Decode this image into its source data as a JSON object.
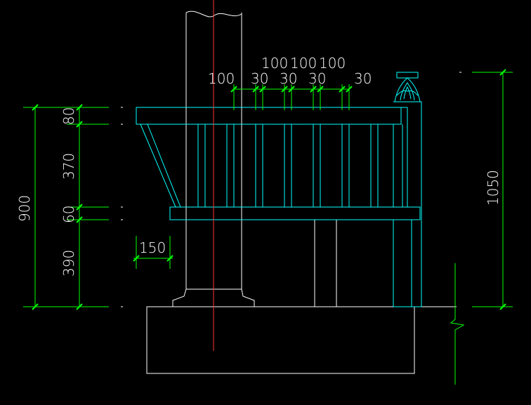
{
  "colors": {
    "background": "#000000",
    "outline": "#ffffff",
    "railing": "#00ffff",
    "dimension": "#00ff00",
    "centerline": "#ff0000"
  },
  "dimensions": {
    "top_spacings": [
      "100",
      "30",
      "30",
      "30",
      "30"
    ],
    "top_upper": [
      "100",
      "100",
      "100"
    ],
    "left_segments": [
      "80",
      "370",
      "60",
      "390"
    ],
    "left_total": "900",
    "offset": "150",
    "right_height": "1050"
  }
}
